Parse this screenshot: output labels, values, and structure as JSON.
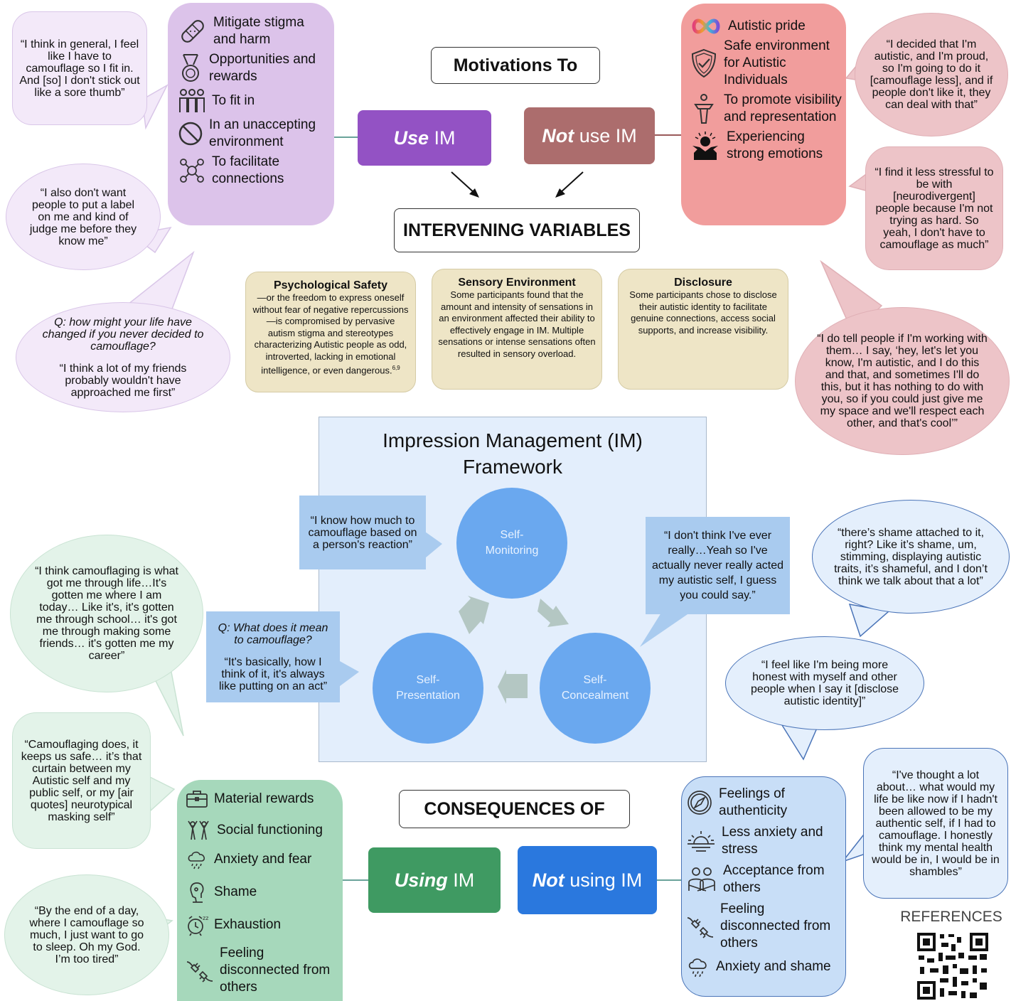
{
  "motivations": {
    "title": "Motivations To",
    "use_em": "Use",
    "use_rest": " IM",
    "notuse_em": "Not",
    "notuse_rest": " use IM",
    "use_items": [
      {
        "icon": "bandage-icon",
        "label": "Mitigate stigma and harm"
      },
      {
        "icon": "medal-icon",
        "label": "Opportunities and rewards"
      },
      {
        "icon": "group-icon",
        "label": "To fit in"
      },
      {
        "icon": "prohibited-icon",
        "label": "In an unaccepting environment"
      },
      {
        "icon": "network-icon",
        "label": "To facilitate connections"
      }
    ],
    "notuse_items": [
      {
        "icon": "infinity-icon",
        "label": "Autistic pride"
      },
      {
        "icon": "shield-check-icon",
        "label": "Safe environment for Autistic Individuals"
      },
      {
        "icon": "podium-speaker-icon",
        "label": "To promote visibility and representation"
      },
      {
        "icon": "stressed-person-icon",
        "label": "Experiencing strong emotions"
      }
    ]
  },
  "quotes_left_top": [
    "“I think in general, I feel like I have to camouflage so I fit in. And [so] I don't stick out like a sore thumb”",
    "“I also don't want people to put a label on me and kind of judge me before they know me”"
  ],
  "quote_friends": {
    "question": "Q: how might your life have changed if you never decided to camouflage?",
    "answer": "“I think a lot of my friends probably wouldn't have approached me first”"
  },
  "quotes_right_top": [
    "“I decided that I'm autistic, and I'm proud, so I'm going to do it [camouflage less], and if people don't like it, they can deal with that”",
    "“I find it less stressful to be with [neurodivergent] people because I'm not trying as hard. So yeah, I don't have to camouflage as much”",
    "“I do tell people if I'm working with them… I say, ‘hey, let's let you know, I'm autistic, and I do this and that, and sometimes I'll do this, but it has nothing to do with you, so if you could just give me my space and we'll respect each other, and that's cool’”"
  ],
  "intervening": {
    "title": "INTERVENING VARIABLES",
    "vars": [
      {
        "heading": "Psychological Safety",
        "text": "—or the freedom to express oneself without fear of negative repercussions—is compromised by pervasive autism stigma and stereotypes characterizing Autistic people as odd, introverted, lacking in emotional intelligence, or even dangerous.",
        "sup": "6,9"
      },
      {
        "heading": "Sensory Environment",
        "text": "Some participants found that the amount and intensity of sensations in an environment affected their ability to effectively engage in IM. Multiple sensations or intense sensations often resulted in sensory overload."
      },
      {
        "heading": "Disclosure",
        "text": "Some participants chose to disclose their autistic identity to facilitate genuine connections, access social supports, and increase visibility."
      }
    ]
  },
  "framework": {
    "title_line1": "Impression Management (IM)",
    "title_line2": "Framework",
    "monitoring_1": "Self-",
    "monitoring_2": "Monitoring",
    "concealment_1": "Self-",
    "concealment_2": "Concealment",
    "presentation_1": "Self-",
    "presentation_2": "Presentation",
    "quote_monitoring": "“I know how much to camouflage based on a person's reaction”",
    "quote_concealment": "“I don't think I've ever really…Yeah so I've actually never really acted my autistic self, I guess you could say.”",
    "presentation_question": "Q: What does it mean to camouflage?",
    "presentation_answer": "“It's basically, how I think of it, it's always like putting on an act”"
  },
  "quote_career": "“I think camouflaging is what got me through life…It's gotten me where I am today… Like it's, it's gotten me through school… it's got me through making some friends… it's gotten me my career”",
  "quote_shame": "“there’s shame attached to it, right? Like it’s shame, um, stimming, displaying autistic traits, it’s shameful, and I don’t think we talk about that a lot”",
  "quote_honest": "“I feel like I'm being more honest with myself and other people when I say it [disclose autistic identity]”",
  "quote_curtain": "“Camouflaging does, it keeps us safe… it’s that curtain between my Autistic self and my public self, or my [air quotes] neurotypical masking self”",
  "quote_sleep": "“By the end of a day, where I camouflage so much, I just want to go to sleep. Oh my God. I’m too tired”",
  "quote_shambles": "“I've thought a lot about… what would my life be like now if I hadn't been allowed to be my authentic self, if I had to camouflage. I honestly think my mental health would be in, I would be in shambles”",
  "consequences": {
    "title": "CONSEQUENCES OF",
    "using_em": "Using",
    "using_rest": " IM",
    "notusing_em": "Not",
    "notusing_rest": " using IM",
    "using_items": [
      {
        "icon": "briefcase-icon",
        "label": "Material rewards"
      },
      {
        "icon": "people-cheering-icon",
        "label": "Social functioning"
      },
      {
        "icon": "storm-cloud-icon",
        "label": "Anxiety and fear"
      },
      {
        "icon": "ashamed-head-icon",
        "label": "Shame"
      },
      {
        "icon": "alarm-clock-icon",
        "label": "Exhaustion"
      },
      {
        "icon": "unplugged-icon",
        "label": "Feeling disconnected from others"
      }
    ],
    "notusing_items": [
      {
        "icon": "compass-icon",
        "label": "Feelings of authenticity"
      },
      {
        "icon": "sunrise-icon",
        "label": "Less anxiety and stress"
      },
      {
        "icon": "people-hug-icon",
        "label": "Acceptance from others"
      },
      {
        "icon": "unplugged-icon",
        "label": "Feeling disconnected from others"
      },
      {
        "icon": "storm-cloud-icon",
        "label": "Anxiety and shame"
      }
    ]
  },
  "references": {
    "label": "REFERENCES"
  },
  "colors": {
    "use_btn": "#9352c4",
    "notuse_btn": "#ac6d6d",
    "using_btn": "#3f9a62",
    "notusing_btn": "#2a78de",
    "purple_panel": "#dcc3ea",
    "pink_panel": "#f19d9c",
    "green_panel": "#a6d8bb",
    "blue_panel": "#c8def7",
    "framework_bg": "#e3eefc",
    "circle": "#6aa8ef",
    "iv_box": "#eee5c6"
  }
}
